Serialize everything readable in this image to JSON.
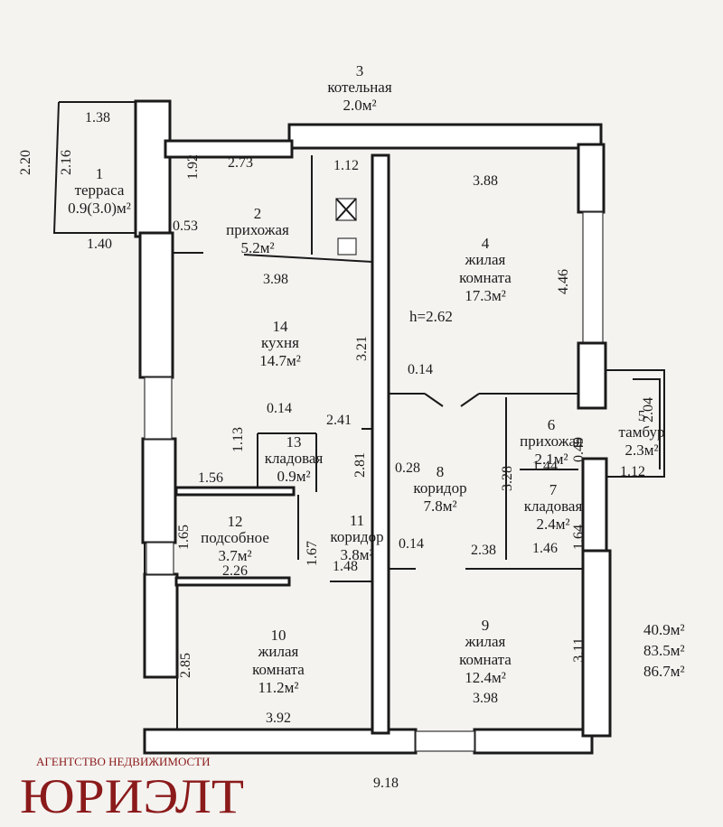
{
  "rooms": [
    {
      "id": "1",
      "name": "терраса",
      "area": "0.9(3.0)м²"
    },
    {
      "id": "2",
      "name": "прихожая",
      "area": "5.2м²"
    },
    {
      "id": "3",
      "name": "котельная",
      "area": "2.0м²"
    },
    {
      "id": "4",
      "name": "жилая\nкомната",
      "area": "17.3м²"
    },
    {
      "id": "5",
      "name": "тамбур",
      "area": "2.3м²"
    },
    {
      "id": "6",
      "name": "прихожая",
      "area": "2.1м²"
    },
    {
      "id": "7",
      "name": "кладовая",
      "area": "2.4м²"
    },
    {
      "id": "8",
      "name": "коридор",
      "area": "7.8м²"
    },
    {
      "id": "9",
      "name": "жилая\nкомната",
      "area": "12.4м²"
    },
    {
      "id": "10",
      "name": "жилая\nкомната",
      "area": "11.2м²"
    },
    {
      "id": "11",
      "name": "коридор",
      "area": "3.8м²"
    },
    {
      "id": "12",
      "name": "подсобное",
      "area": "3.7м²"
    },
    {
      "id": "13",
      "name": "кладовая",
      "area": "0.9м²"
    },
    {
      "id": "14",
      "name": "кухня",
      "area": "14.7м²"
    }
  ],
  "dimensions": [
    "1.38",
    "2.20",
    "2.16",
    "1.92",
    "2.73",
    "1.12",
    "3.88",
    "0.53",
    "1.40",
    "3.98",
    "4.46",
    "3.21",
    "0.14",
    "0.14",
    "2.41",
    "1.13",
    "2.81",
    "1.56",
    "0.28",
    "3.28",
    "1.44",
    "0.49",
    "2.04",
    "1.12",
    "1.65",
    "1.67",
    "0.14",
    "2.38",
    "1.64",
    "1.46",
    "2.26",
    "1.48",
    "2.85",
    "3.11",
    "3.92",
    "3.98",
    "9.18"
  ],
  "ceiling_height": "h=2.62",
  "totals": [
    "40.9м²",
    "83.5м²",
    "86.7м²"
  ],
  "brand": {
    "caption": "АГЕНТСТВО НЕДВИЖИМОСТИ",
    "name": "ЮРИЭЛТ"
  }
}
